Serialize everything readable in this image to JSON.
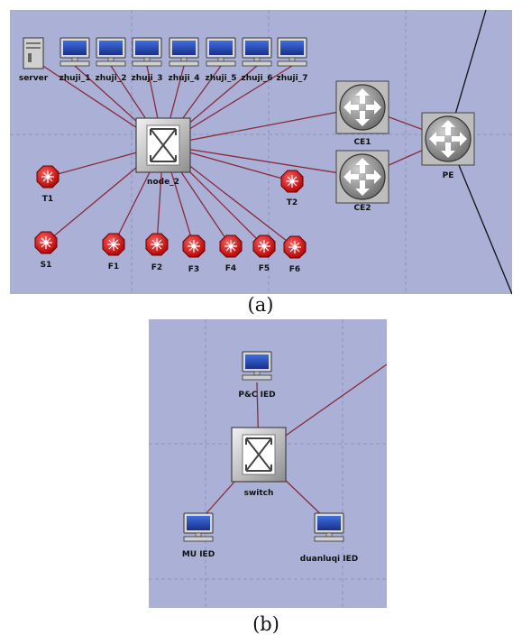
{
  "panel_a": {
    "caption": "(a)",
    "server_label": "server",
    "host_labels": [
      "zhuji_1",
      "zhuji_2",
      "zhuji_3",
      "zhuji_4",
      "zhuji_5",
      "zhuji_6",
      "zhuji_7"
    ],
    "switch_label": "node_2",
    "router_labels": {
      "ce1": "CE1",
      "ce2": "CE2",
      "pe": "PE"
    },
    "ied_labels": [
      "T1",
      "S1",
      "F1",
      "F2",
      "F3",
      "F4",
      "F5",
      "F6",
      "T2"
    ]
  },
  "panel_b": {
    "caption": "(b)",
    "pc_label": "P&C IED",
    "switch_label": "switch",
    "mu_label": "MU IED",
    "breaker_label": "duanluqi IED"
  },
  "colors": {
    "background": "#aab0d6",
    "grid": "#8d93bd",
    "link": "#8a2a3a",
    "router": "#8e8e8e",
    "ied": "#e02020",
    "monitor": "#1e3fa6"
  }
}
